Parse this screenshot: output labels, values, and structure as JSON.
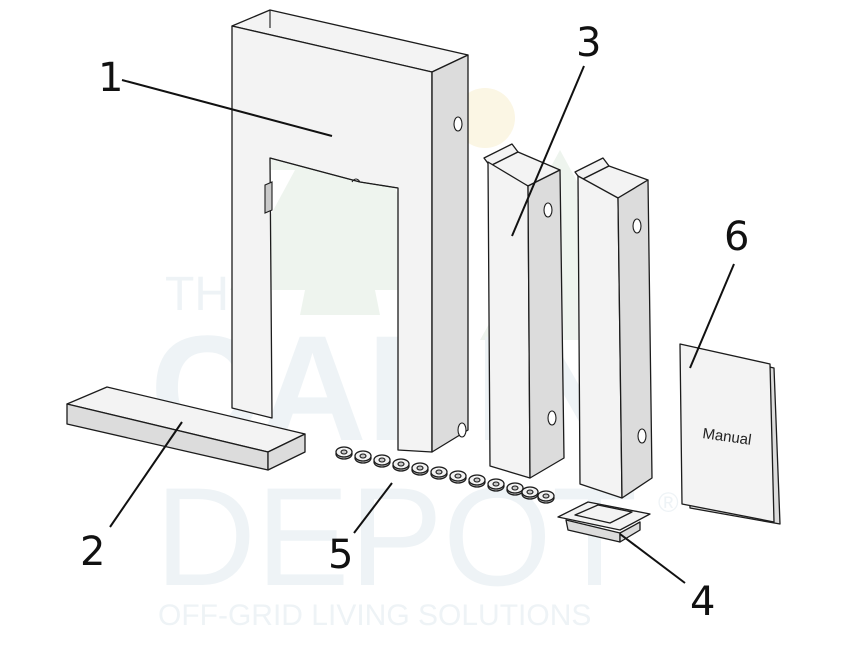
{
  "watermark": {
    "line1": "THE",
    "line2": "CABIN",
    "line3": "DEPOT",
    "tagline": "OFF-GRID LIVING SOLUTIONS",
    "registered": "®",
    "colors": {
      "text": "#eef3f6",
      "tree": "#eef4ee",
      "sun": "#fbf6e4"
    }
  },
  "manual_label": "Manual",
  "callouts": [
    {
      "id": "1",
      "label": "1"
    },
    {
      "id": "2",
      "label": "2"
    },
    {
      "id": "3",
      "label": "3"
    },
    {
      "id": "4",
      "label": "4"
    },
    {
      "id": "5",
      "label": "5"
    },
    {
      "id": "6",
      "label": "6"
    }
  ]
}
